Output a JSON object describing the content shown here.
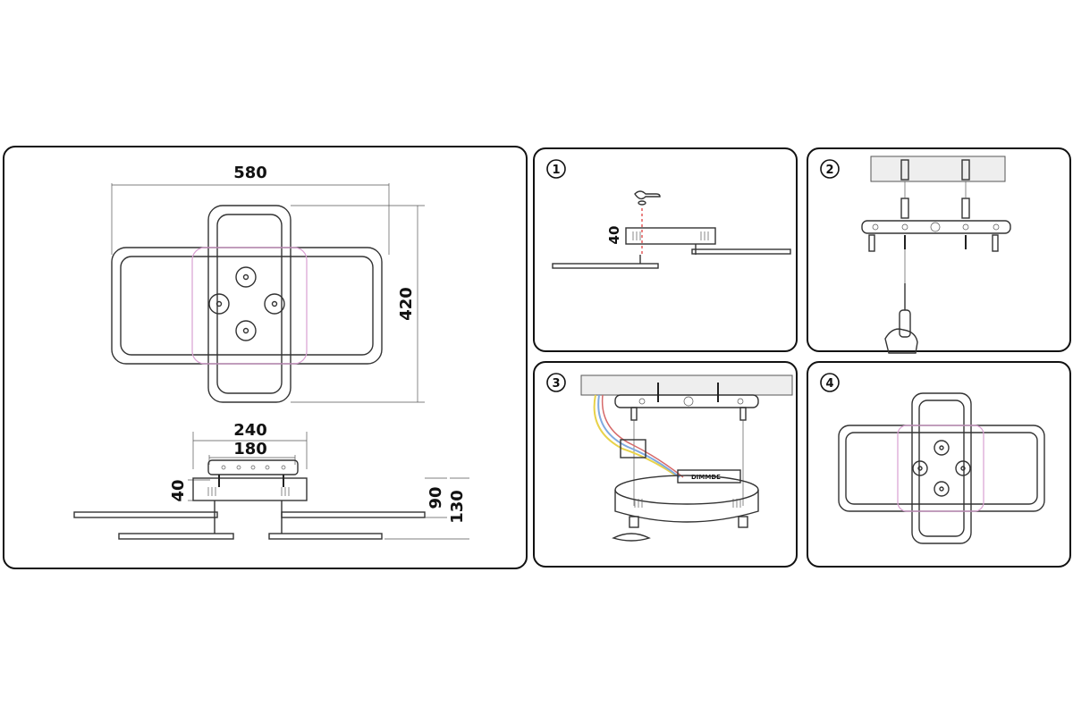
{
  "main_panel": {
    "width_dim": "580",
    "height_dim": "420",
    "base_outer_dim": "240",
    "base_inner_dim": "180",
    "base_height_dim": "40",
    "depth_dim_1": "90",
    "depth_dim_2": "130"
  },
  "steps": [
    {
      "number": "1",
      "dim_label": "40"
    },
    {
      "number": "2"
    },
    {
      "number": "3",
      "driver_label": "DIMMDE"
    },
    {
      "number": "4"
    }
  ],
  "colors": {
    "accent_pink": "#d9a0d2",
    "line": "#333333",
    "wire_yellow": "#e8d24a",
    "wire_blue": "#7fa9e0",
    "wire_red": "#d66a6a"
  }
}
